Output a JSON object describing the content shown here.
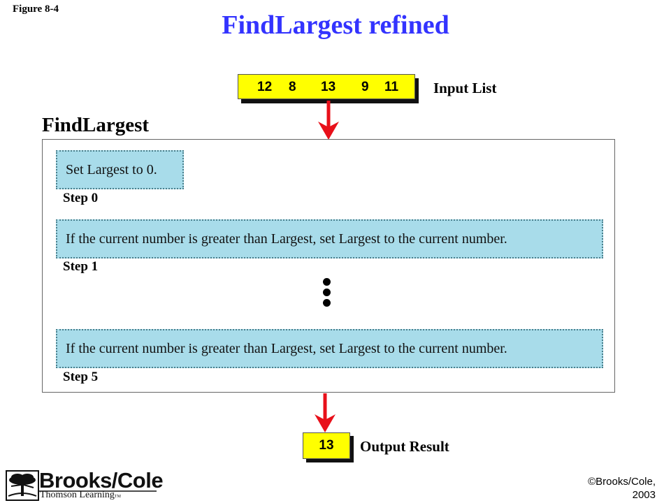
{
  "figure_label": "Figure 8-4",
  "title": "FindLargest refined",
  "input": {
    "numbers": [
      "12",
      "8",
      "13",
      "9",
      "11"
    ],
    "label": "Input List"
  },
  "algorithm": {
    "name": "FindLargest",
    "steps": [
      {
        "text": "Set Largest to 0.",
        "label": "Step 0"
      },
      {
        "text": "If the current number is greater than Largest, set Largest to the current number.",
        "label": "Step 1"
      },
      {
        "text": "If the current number is greater than Largest, set Largest to the current number.",
        "label": "Step 5"
      }
    ]
  },
  "output": {
    "value": "13",
    "label": "Output Result"
  },
  "footer": {
    "brand": "Brooks/Cole",
    "brand_sub": "Thomson Learning",
    "trademark": "TM",
    "copyright_line1": "©Brooks/Cole,",
    "copyright_line2": "2003"
  },
  "colors": {
    "title": "#3333ff",
    "highlight_box": "#ffff00",
    "step_box": "#a8dcea",
    "arrow": "#e8101a"
  }
}
